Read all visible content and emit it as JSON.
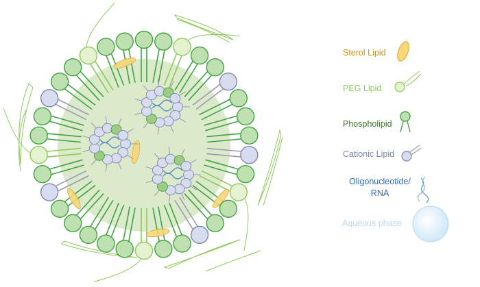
{
  "colors": {
    "core": "#dbeacb",
    "phospho_fill": "#bfe0b0",
    "phospho_stroke": "#3fa33f",
    "peg_fill": "#e4f2cf",
    "peg_stroke": "#8ec85a",
    "cationic_fill": "#d7dcef",
    "cationic_stroke": "#7d86ad",
    "cationic_tail": "#9a9ab0",
    "sterol_fill": "#f7d77a",
    "sterol_stroke": "#e0a826",
    "rna": "#5b8ec4",
    "aqueous": "#cfe8f8"
  },
  "legend": [
    {
      "key": "sterol",
      "label": "Sterol Lipid",
      "color": "#d4950e",
      "icon": "sterol-icon"
    },
    {
      "key": "peg",
      "label": "PEG Lipid",
      "color": "#8ec85a",
      "icon": "peg-lipid-icon"
    },
    {
      "key": "phospho",
      "label": "Phospholipid",
      "color": "#3e7a25",
      "icon": "phospholipid-icon"
    },
    {
      "key": "cationic",
      "label": "Cationic Lipid",
      "color": "#7d86ad",
      "icon": "cationic-lipid-icon"
    },
    {
      "key": "oligo",
      "label": "Oligonucleotide/\nRNA",
      "color": "#2e6bb0",
      "icon": "rna-strand-icon"
    },
    {
      "key": "aqueous",
      "label": "Aqueous phase",
      "color": "#bcd8ee",
      "icon": "aqueous-phase-icon"
    }
  ]
}
